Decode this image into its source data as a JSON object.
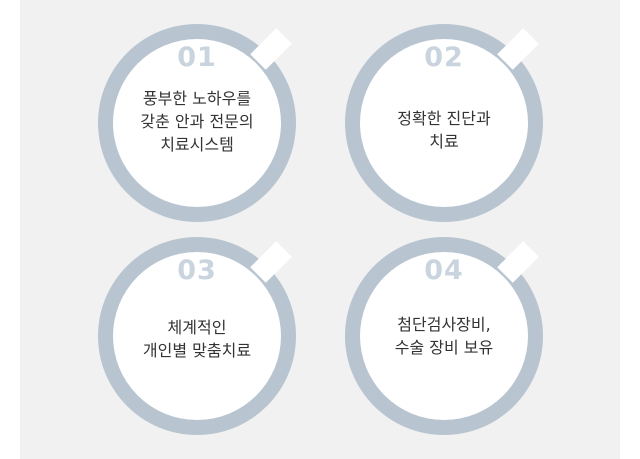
{
  "colors": {
    "ring": "#b8c5d0",
    "ring_gap": "#ffffff",
    "number": "#c9d4df",
    "text": "#333333",
    "panel_bg": "#f1f1f1"
  },
  "items": [
    {
      "number": "01",
      "lines": [
        "풍부한 노하우를",
        "갖춘 안과 전문의",
        "치료시스템"
      ]
    },
    {
      "number": "02",
      "lines": [
        "정확한 진단과",
        "치료"
      ]
    },
    {
      "number": "03",
      "lines": [
        "체계적인",
        "개인별 맞춤치료"
      ]
    },
    {
      "number": "04",
      "lines": [
        "첨단검사장비,",
        "수술 장비 보유"
      ]
    }
  ]
}
